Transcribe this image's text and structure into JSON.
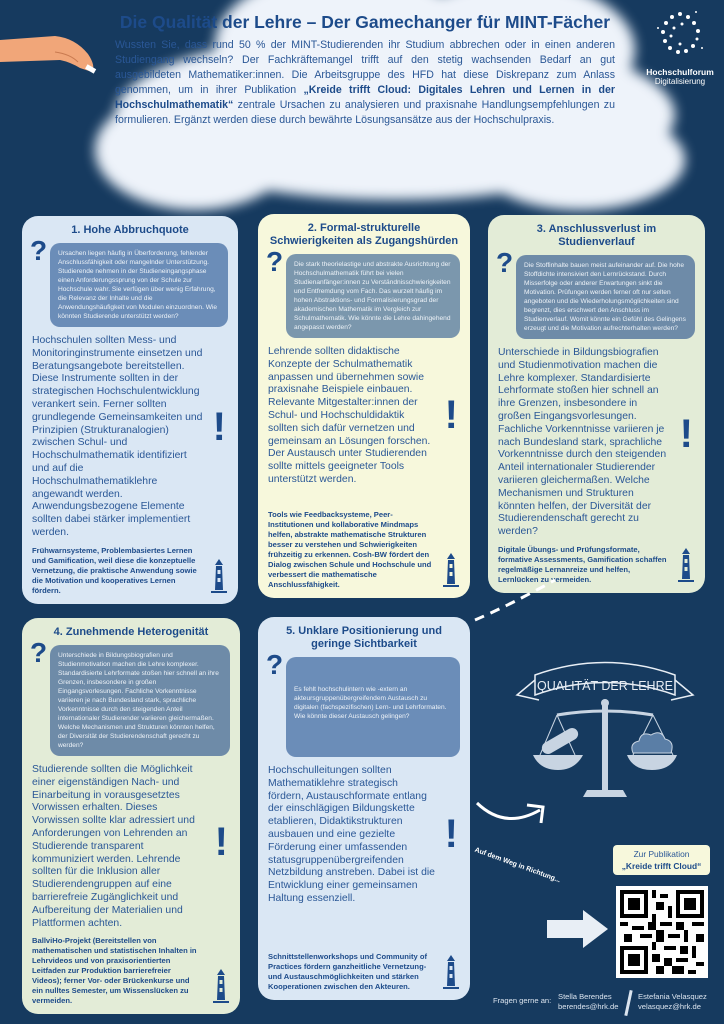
{
  "header": {
    "title": "Die Qualität der Lehre – Der Gamechanger für MINT-Fächer",
    "intro_pre": "Wussten Sie, dass rund 50 % der MINT-Studierenden ihr Studium abbrechen oder in einen anderen Studiengang wechseln? Der Fachkräftemangel trifft auf den stetig wachsenden Bedarf an gut ausgebildeten Mathematiker:innen. Die Arbeitsgruppe des HFD hat diese Diskrepanz zum Anlass genommen, um in ihrer Publikation ",
    "intro_bold": "„Kreide trifft Cloud: Digitales Lehren und Lernen in der Hochschulmathematik“",
    "intro_post": " zentrale Ursachen zu analysieren und praxisnahe Handlungsempfehlungen zu formulieren. Ergänzt werden diese durch bewährte Lösungsansätze aus der Hochschulpraxis."
  },
  "logo": {
    "line1": "Hochschulforum",
    "line2": "Digitalisierung"
  },
  "cards": [
    {
      "title": "1. Hohe Abbruchquote",
      "question": "Ursachen liegen häufig in Überforderung, fehlender Anschlussfähigkeit oder mangelnder Unterstützung. Studierende nehmen in der Studieneingangsphase einen Anforderungssprung von der Schule zur Hochschule wahr. Sie verfügen über wenig Erfahrung, die Relevanz der Inhalte und die Anwendungshäufigkeit von Modulen einzuordnen. Wie könnten Studierende unterstützt werden?",
      "recommendation": "Hochschulen sollten Mess- und Monitoringinstrumente einsetzen und Beratungsangebote bereitstellen. Diese Instrumente sollten in der strategischen Hochschulentwicklung verankert sein. Ferner sollten grundlegende Gemeinsamkeiten und Prinzipien (Strukturanalogien) zwischen Schul- und Hochschulmathematik identifiziert und auf die Hochschulmathematiklehre angewandt werden. Anwendungsbezogene Elemente sollten dabei stärker implementiert werden.",
      "solution": "Frühwarnsysteme, Problembasiertes Lernen und Gamification, weil diese die konzeptuelle Vernetzung, die praktische Anwendung sowie die Motivation und kooperatives Lernen fördern."
    },
    {
      "title": "2. Formal-strukturelle Schwierigkeiten als Zugangshürden",
      "question": "Die stark theorielastige und abstrakte Ausrichtung der Hochschulmathematik führt bei vielen Studienanfänger:innen zu Verständnisschwierigkeiten und Entfremdung vom Fach. Das wurzelt häufig im hohen Abstraktions- und Formalisierungsgrad der akademischen Mathematik im Vergleich zur Schulmathematik. Wie könnte die Lehre dahingehend angepasst werden?",
      "recommendation": "Lehrende sollten didaktische Konzepte der Schulmathematik anpassen und übernehmen sowie praxisnahe Beispiele einbauen. Relevante Mitgestalter:innen der Schul- und Hochschuldidaktik sollten sich dafür vernetzen und gemeinsam an Lösungen forschen. Der Austausch unter Studierenden sollte mittels geeigneter Tools unterstützt werden.",
      "solution": "Tools wie Feedbacksysteme, Peer-Institutionen und kollaborative Mindmaps helfen, abstrakte mathematische Strukturen besser zu verstehen und Schwierigkeiten frühzeitig zu erkennen. Cosh-BW fördert den Dialog zwischen Schule und Hochschule und verbessert die mathematische Anschlussfähigkeit."
    },
    {
      "title": "3. Anschlussverlust im Studienverlauf",
      "question": "Die Stoffinhalte bauen meist aufeinander auf. Die hohe Stoffdichte intensiviert den Lernrückstand. Durch Misserfolge oder anderer Erwartungen sinkt die Motivation. Prüfungen werden ferner oft nur selten angeboten und die Wiederholungsmöglichkeiten sind begrenzt, dies erschwert den Anschluss im Studienverlauf. Womit könnte ein Gefühl des Gelingens erzeugt und die Motivation aufrechterhalten werden?",
      "recommendation": "Unterschiede in Bildungsbiografien und Studienmotivation machen die Lehre komplexer. Standardisierte Lehrformate stoßen hier schnell an ihre Grenzen, insbesondere in großen Eingangsvorlesungen. Fachliche Vorkenntnisse variieren je nach Bundesland stark, sprachliche Vorkenntnisse durch den steigenden Anteil internationaler Studierender variieren gleichermaßen. Welche Mechanismen und Strukturen könnten helfen, der Diversität der Studierendenschaft gerecht zu werden?",
      "solution": "Digitale Übungs- und Prüfungsformate, formative Assessments, Gamification schaffen regelmäßige Lernanreize und helfen, Lernlücken zu vermeiden."
    },
    {
      "title": "4. Zunehmende Heterogenität",
      "question": "Unterschiede in Bildungsbiografien und Studienmotivation machen die Lehre komplexer. Standardisierte Lehrformate stoßen hier schnell an ihre Grenzen, insbesondere in großen Eingangsvorlesungen. Fachliche Vorkenntnisse variieren je nach Bundesland stark, sprachliche Vorkenntnisse durch den steigenden Anteil internationaler Studierender variieren gleichermaßen. Welche Mechanismen und Strukturen könnten helfen, der Diversität der Studierendenschaft gerecht zu werden?",
      "recommendation": "Studierende sollten die Möglichkeit einer eigenständigen Nach- und Einarbeitung in vorausgesetztes Vorwissen erhalten. Dieses Vorwissen sollte klar adressiert und Anforderungen von Lehrenden an Studierende transparent kommuniziert werden. Lehrende sollten für die Inklusion aller Studierendengruppen auf eine barrierefreie Zugänglichkeit und Aufbereitung der Materialien und Plattformen achten.",
      "solution": "BallviHo-Projekt (Bereitstellen von mathematischen und statistischen Inhalten in Lehrvideos und von praxisorientierten Leitfaden zur Produktion barrierefreier Videos); ferner Vor- oder Brückenkurse und ein nulltes Semester, um Wissenslücken zu vermeiden."
    },
    {
      "title": "5. Unklare Positionierung und geringe Sichtbarkeit",
      "question": "Es fehlt hochschulintern wie -extern an akteursgruppenübergreifendem Austausch zu digitalen (fachspezifischen) Lern- und Lehrformaten. Wie könnte dieser Austausch gelingen?",
      "recommendation": "Hochschulleitungen sollten Mathematiklehre strategisch fördern, Austauschformate entlang der einschlägigen Bildungskette etablieren, Didaktikstrukturen ausbauen und eine gezielte Förderung einer umfassenden statusgruppenübergreifenden Netzbildung anstreben. Dabei ist die Entwicklung einer gemeinsamen Haltung essenziell.",
      "solution": "Schnittstellenworkshops und Community of Practices fördern ganzheitliche Vernetzung- und Austauschmöglichkeiten und stärken Kooperationen zwischen den Akteuren."
    }
  ],
  "illustration": {
    "banner": "QUALITÄT DER LEHRE",
    "path_text": "Auf dem Weg in Richtung..."
  },
  "publication": {
    "line1": "Zur Publikation",
    "line2": "„Kreide trifft Cloud“"
  },
  "contact": {
    "label": "Fragen gerne an:",
    "person1": {
      "name": "Stella Berendes",
      "email": "berendes@hrk.de"
    },
    "person2": {
      "name": "Estefania Velasquez",
      "email": "velasquez@hrk.de"
    }
  },
  "icons": {
    "question": "?",
    "exclamation": "!"
  }
}
